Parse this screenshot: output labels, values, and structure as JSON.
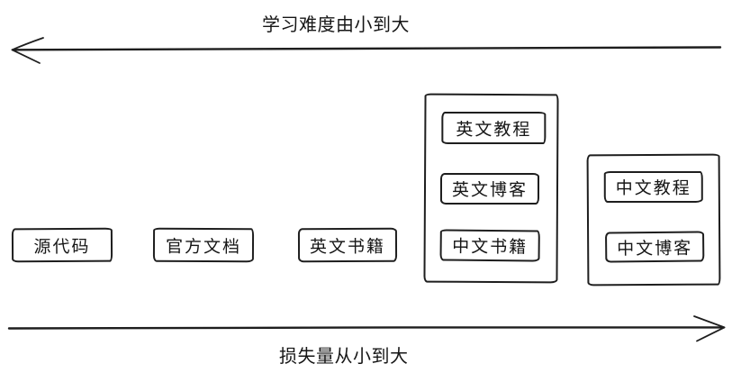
{
  "canvas": {
    "background_color": "#ffffff",
    "stroke_color": "#1e1e1e"
  },
  "top_axis": {
    "label": "学习难度由小到大",
    "direction": "left"
  },
  "bottom_axis": {
    "label": "损失量从小到大",
    "direction": "right"
  },
  "standalone_boxes": [
    {
      "id": "source-code",
      "label": "源代码"
    },
    {
      "id": "official-docs",
      "label": "官方文档"
    },
    {
      "id": "english-books",
      "label": "英文书籍"
    }
  ],
  "groups": [
    {
      "id": "group-english",
      "items": [
        {
          "label": "英文教程"
        },
        {
          "label": "英文博客"
        },
        {
          "label": "中文书籍"
        }
      ]
    },
    {
      "id": "group-chinese",
      "items": [
        {
          "label": "中文教程"
        },
        {
          "label": "中文博客"
        }
      ]
    }
  ]
}
